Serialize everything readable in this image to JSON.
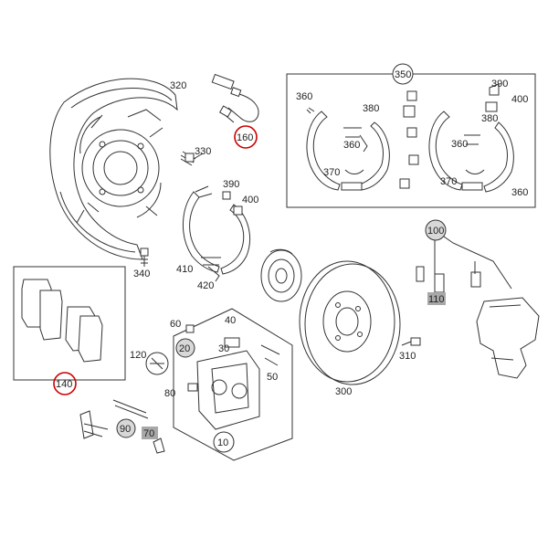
{
  "diagram": {
    "labels": {
      "l320": "320",
      "l160": "160",
      "l330": "330",
      "l350": "350",
      "l360a": "360",
      "l380a": "380",
      "l360b": "360",
      "l370a": "370",
      "l390a": "390",
      "l400a": "400",
      "l380b": "380",
      "l360c": "360",
      "l370b": "370",
      "l360d": "360",
      "l390b": "390",
      "l400b": "400",
      "l340": "340",
      "l410": "410",
      "l420": "420",
      "l100": "100",
      "l110": "110",
      "l140": "140",
      "l10": "10",
      "l20": "20",
      "l30": "30",
      "l40": "40",
      "l50": "50",
      "l60": "60",
      "l70": "70",
      "l80": "80",
      "l90": "90",
      "l120": "120",
      "l300": "300",
      "l310": "310"
    },
    "colors": {
      "line": "#333333",
      "highlight_circle": "#cc0000",
      "gray_badge": "#a8a8a8",
      "badge_circle": "#d8d8d8"
    }
  }
}
